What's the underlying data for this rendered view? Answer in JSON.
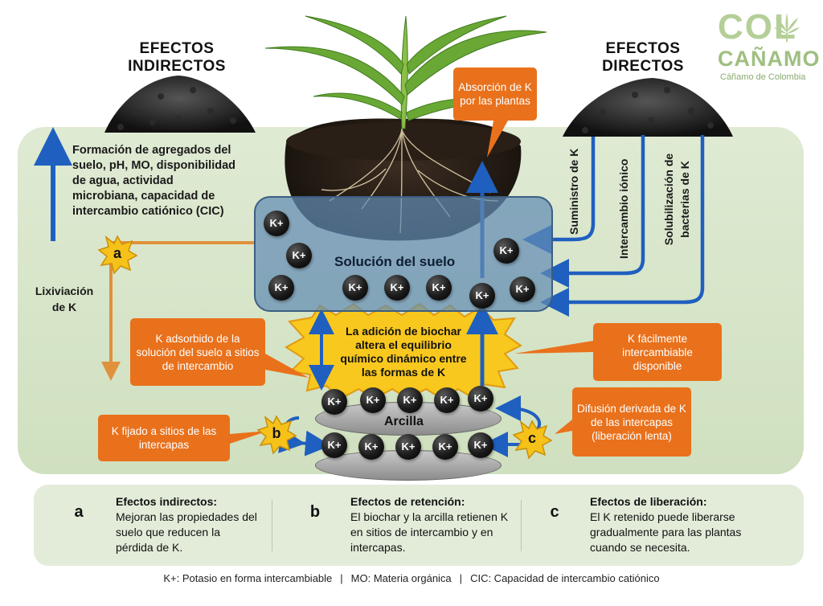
{
  "headings": {
    "indirect": "EFECTOS INDIRECTOS",
    "direct": "EFECTOS DIRECTOS"
  },
  "logo": {
    "line1": "COL",
    "line2": "CAÑAMO",
    "tagline": "Cáñamo de Colombia",
    "icon": "cannabis-leaf-icon",
    "color": "#b4cf97"
  },
  "indirect_description": "Formación de agregados del suelo, pH, MO, disponibilidad de agua, actividad microbiana, capacidad de intercambio catiónico (CIC)",
  "leaching_label": "Lixiviación de K",
  "solution_label": "Solución del suelo",
  "clay_label": "Arcilla",
  "ion_label": "K+",
  "center_text": "La adición de biochar altera el equilibrio químico dinámico entre las formas de K",
  "callouts": {
    "absorption": "Absorción de K por las plantas",
    "adsorbed": "K adsorbido de la solución del suelo a sitios de intercambio",
    "fixed": "K fijado a sitios de las intercapas",
    "exchangeable": "K fácilmente intercambiable disponible",
    "diffusion": "Difusión derivada de K de las intercapas (liberación lenta)"
  },
  "direct_flows": {
    "supply": "Suministro de K",
    "ionic": "Intercambio iónico",
    "bacteria": "Solubilización de bacterias de K"
  },
  "badges": {
    "a": "a",
    "b": "b",
    "c": "c"
  },
  "legend": [
    {
      "letter": "a",
      "title": "Efectos indirectos:",
      "body": "Mejoran las propiedades del suelo que reducen la pérdida de K."
    },
    {
      "letter": "b",
      "title": "Efectos de retención:",
      "body": "El biochar y la arcilla retienen K en sitios de intercambio y en intercapas."
    },
    {
      "letter": "c",
      "title": "Efectos de liberación:",
      "body": "El K retenido puede liberarse gradualmente para las plantas cuando se necesita."
    }
  ],
  "footer": {
    "k": "K+:  Potasio en forma intercambiable",
    "mo": "MO: Materia orgánica",
    "cic": "CIC: Capacidad de intercambio catiónico",
    "separator": "|"
  },
  "colors": {
    "blue_arrow": "#1f5fbf",
    "orange": "#e9711c",
    "badge_yellow": "#f6c21a",
    "panel_green": "#d6e5c8"
  }
}
